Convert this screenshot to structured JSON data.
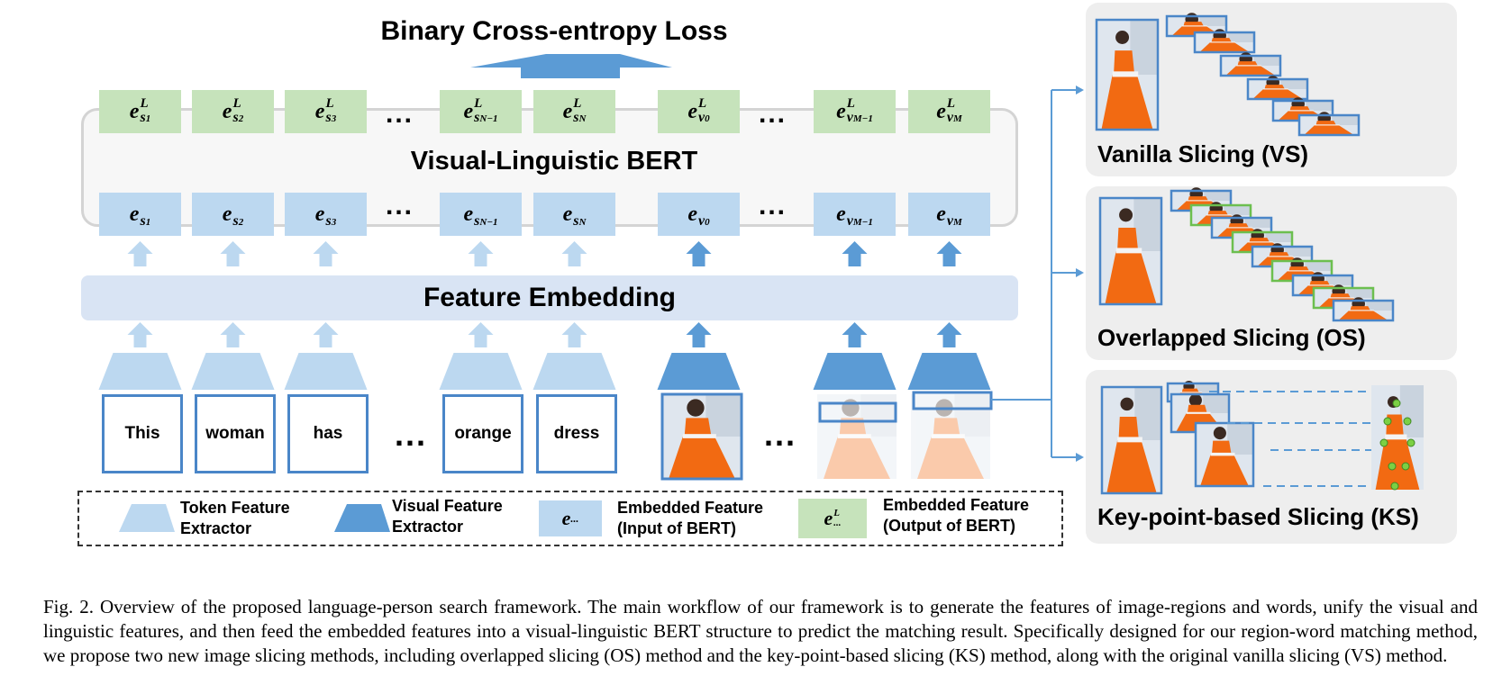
{
  "title": "Binary Cross-entropy Loss",
  "bert_label": "Visual-Linguistic BERT",
  "feature_embedding_label": "Feature Embedding",
  "output_tokens": [
    {
      "base": "e",
      "sup": "L",
      "sub": "s",
      "subsub": "1"
    },
    {
      "base": "e",
      "sup": "L",
      "sub": "s",
      "subsub": "2"
    },
    {
      "base": "e",
      "sup": "L",
      "sub": "s",
      "subsub": "3"
    },
    {
      "base": "e",
      "sup": "L",
      "sub": "s",
      "subsub": "N−1"
    },
    {
      "base": "e",
      "sup": "L",
      "sub": "s",
      "subsub": "N"
    },
    {
      "base": "e",
      "sup": "L",
      "sub": "v",
      "subsub": "0"
    },
    {
      "base": "e",
      "sup": "L",
      "sub": "v",
      "subsub": "M−1"
    },
    {
      "base": "e",
      "sup": "L",
      "sub": "v",
      "subsub": "M"
    }
  ],
  "input_tokens": [
    {
      "base": "e",
      "sub": "s",
      "subsub": "1"
    },
    {
      "base": "e",
      "sub": "s",
      "subsub": "2"
    },
    {
      "base": "e",
      "sub": "s",
      "subsub": "3"
    },
    {
      "base": "e",
      "sub": "s",
      "subsub": "N−1"
    },
    {
      "base": "e",
      "sub": "s",
      "subsub": "N"
    },
    {
      "base": "e",
      "sub": "v",
      "subsub": "0"
    },
    {
      "base": "e",
      "sub": "v",
      "subsub": "M−1"
    },
    {
      "base": "e",
      "sub": "v",
      "subsub": "M"
    }
  ],
  "ellipsis": "...",
  "words": [
    "This",
    "woman",
    "has",
    "orange",
    "dress"
  ],
  "legend": {
    "token_extractor": "Token Feature\nExtractor",
    "visual_extractor": "Visual Feature\nExtractor",
    "embedded_input_symbol": "e",
    "embedded_input_sub": "...",
    "embedded_input": "Embedded Feature\n(Input of BERT)",
    "embedded_output_symbol": "e",
    "embedded_output_sup": "L",
    "embedded_output_sub": "...",
    "embedded_output": "Embedded Feature\n(Output of BERT)"
  },
  "panels": {
    "vs": "Vanilla Slicing (VS)",
    "os": "Overlapped Slicing (OS)",
    "ks": "Key-point-based Slicing (KS)"
  },
  "caption": "Fig. 2.  Overview of the proposed language-person search framework. The main workflow of our framework is to generate the features of image-regions and words, unify the visual and linguistic features, and then feed the embedded features into a visual-linguistic BERT structure to predict the matching result. Specifically designed for our region-word matching method, we propose two new image slicing methods, including overlapped slicing (OS) method and the key-point-based slicing (KS) method, along with the original vanilla slicing (VS) method.",
  "colors": {
    "light_blue": "#bcd8f0",
    "dark_blue": "#5b9bd5",
    "green": "#c6e3bb",
    "outline_blue": "#4a86c8",
    "orange_dress": "#f26a12"
  }
}
